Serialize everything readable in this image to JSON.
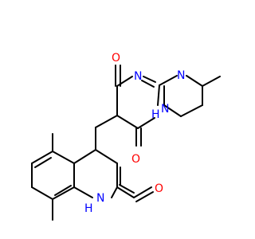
{
  "molecule": {
    "atoms": [
      {
        "id": "O1",
        "label": "O",
        "color": "#ff0000"
      },
      {
        "id": "N2",
        "label": "N",
        "color": "#0000ff"
      },
      {
        "id": "N3",
        "label": "N",
        "color": "#0000ff"
      },
      {
        "id": "N4",
        "label": "H",
        "color": "#0000ff"
      },
      {
        "id": "N4b",
        "label": "N",
        "color": "#0000ff"
      },
      {
        "id": "O5",
        "label": "O",
        "color": "#ff0000"
      },
      {
        "id": "O6",
        "label": "O",
        "color": "#ff0000"
      },
      {
        "id": "N7",
        "label": "N",
        "color": "#0000ff"
      },
      {
        "id": "H7",
        "label": "H",
        "color": "#0000ff"
      }
    ]
  }
}
